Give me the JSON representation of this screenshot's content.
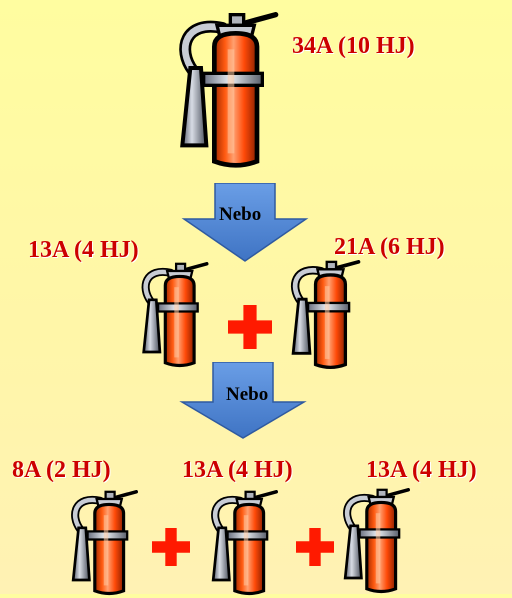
{
  "top": {
    "rating": "34A (10 HJ)"
  },
  "arrow1": {
    "label": "Nebo"
  },
  "row2": {
    "left_rating": "13A (4 HJ)",
    "right_rating": "21A (6 HJ)"
  },
  "arrow2": {
    "label": "Nebo"
  },
  "row3": {
    "first_rating": "8A (2 HJ)",
    "second_rating": "13A (4 HJ)",
    "third_rating": "13A (4 HJ)"
  },
  "colors": {
    "label_red": "#cc0000",
    "arrow_blue": "#5a8ed8",
    "plus_red": "#ff1a00",
    "extinguisher_red": "#ff5a10",
    "background": "#fffda0"
  },
  "icons": [
    "fire-extinguisher-icon",
    "down-arrow-icon",
    "plus-icon"
  ]
}
